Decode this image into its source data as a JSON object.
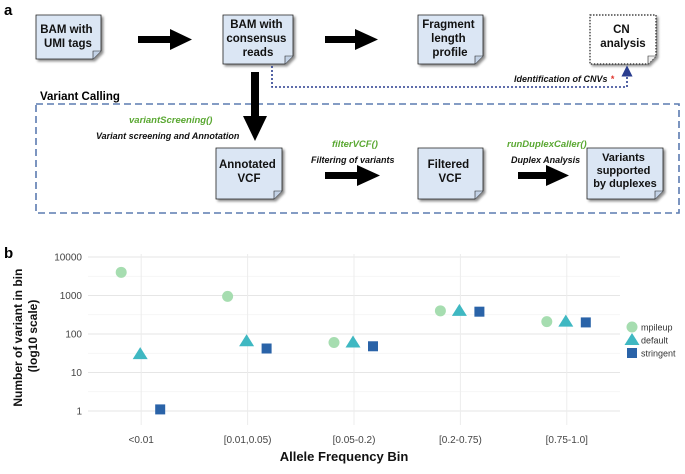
{
  "panel_a": {
    "label": "a",
    "boxes": {
      "bam_umi": [
        "BAM with",
        "UMI tags"
      ],
      "bam_consensus": [
        "BAM with",
        "consensus",
        "reads"
      ],
      "fragment": [
        "Fragment",
        "length",
        "profile"
      ],
      "cn": [
        "CN",
        "analysis"
      ],
      "annotated": [
        "Annotated",
        "VCF"
      ],
      "filtered": [
        "Filtered",
        "VCF"
      ],
      "variants": [
        "Variants",
        "supported",
        "by duplexes"
      ]
    },
    "cnv_label": "Identification of CNVs",
    "cnv_asterisk": "*",
    "variant_calling_title": "Variant Calling",
    "functions": {
      "variant_screening": "variantScreening()",
      "variant_screening_desc": "Variant screening and Annotation",
      "filter_vcf": "filterVCF()",
      "filter_vcf_desc": "Filtering of variants",
      "run_duplex": "runDuplexCaller()",
      "run_duplex_desc": "Duplex Analysis"
    },
    "colors": {
      "box_fill": "#dbe6f4",
      "dashed_border": "#5b7bb0",
      "function_green": "#5aa832",
      "dotted_arrow": "#2a3d8f",
      "asterisk": "#e0332b"
    }
  },
  "panel_b": {
    "label": "b",
    "chart_data": {
      "type": "scatter",
      "categories": [
        "<0.01",
        "[0.01,0.05)",
        "[0.05-0.2)",
        "[0.2-0.75)",
        "[0.75-1.0]"
      ],
      "series": [
        {
          "name": "mpileup",
          "marker": "circle",
          "color": "#a6ddb0",
          "values": [
            4000,
            950,
            60,
            400,
            210
          ]
        },
        {
          "name": "default",
          "marker": "triangle",
          "color": "#3fb8c2",
          "values": [
            30,
            65,
            60,
            400,
            210
          ]
        },
        {
          "name": "stringent",
          "marker": "square",
          "color": "#2a63a8",
          "values": [
            1.1,
            42,
            48,
            380,
            200
          ]
        }
      ],
      "yscale": "log10",
      "ylim": [
        0.5,
        10000
      ],
      "yticks": [
        "10000",
        "1000",
        "100",
        "10",
        "1"
      ],
      "ylabel": [
        "Number of variant in bin",
        "(log10 scale)"
      ],
      "xlabel": "Allele Frequency Bin",
      "grid": true,
      "legend_position": "right"
    }
  }
}
